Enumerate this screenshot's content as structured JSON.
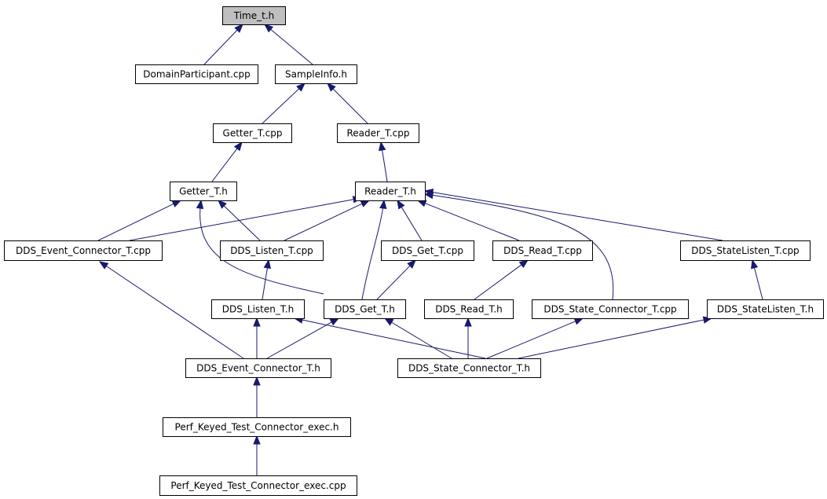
{
  "diagram": {
    "title": "",
    "nodes": [
      {
        "id": "time_t_h",
        "label": "Time_t.h"
      },
      {
        "id": "domainparticipant_cpp",
        "label": "DomainParticipant.cpp"
      },
      {
        "id": "sampleinfo_h",
        "label": "SampleInfo.h"
      },
      {
        "id": "getter_t_cpp",
        "label": "Getter_T.cpp"
      },
      {
        "id": "reader_t_cpp",
        "label": "Reader_T.cpp"
      },
      {
        "id": "getter_t_h",
        "label": "Getter_T.h"
      },
      {
        "id": "reader_t_h",
        "label": "Reader_T.h"
      },
      {
        "id": "dds_event_connector_t_cpp",
        "label": "DDS_Event_Connector_T.cpp"
      },
      {
        "id": "dds_listen_t_cpp",
        "label": "DDS_Listen_T.cpp"
      },
      {
        "id": "dds_get_t_cpp",
        "label": "DDS_Get_T.cpp"
      },
      {
        "id": "dds_read_t_cpp",
        "label": "DDS_Read_T.cpp"
      },
      {
        "id": "dds_statelisten_t_cpp",
        "label": "DDS_StateListen_T.cpp"
      },
      {
        "id": "dds_listen_t_h",
        "label": "DDS_Listen_T.h"
      },
      {
        "id": "dds_get_t_h",
        "label": "DDS_Get_T.h"
      },
      {
        "id": "dds_read_t_h",
        "label": "DDS_Read_T.h"
      },
      {
        "id": "dds_state_connector_t_cpp",
        "label": "DDS_State_Connector_T.cpp"
      },
      {
        "id": "dds_statelisten_t_h",
        "label": "DDS_StateListen_T.h"
      },
      {
        "id": "dds_event_connector_t_h",
        "label": "DDS_Event_Connector_T.h"
      },
      {
        "id": "dds_state_connector_t_h",
        "label": "DDS_State_Connector_T.h"
      },
      {
        "id": "perf_keyed_test_connector_exec_h",
        "label": "Perf_Keyed_Test_Connector_exec.h"
      },
      {
        "id": "perf_keyed_test_connector_exec_cpp",
        "label": "Perf_Keyed_Test_Connector_exec.cpp"
      }
    ],
    "edges": [
      {
        "from": "domainparticipant_cpp",
        "to": "time_t_h"
      },
      {
        "from": "sampleinfo_h",
        "to": "time_t_h"
      },
      {
        "from": "getter_t_cpp",
        "to": "sampleinfo_h"
      },
      {
        "from": "reader_t_cpp",
        "to": "sampleinfo_h"
      },
      {
        "from": "getter_t_h",
        "to": "getter_t_cpp"
      },
      {
        "from": "reader_t_h",
        "to": "reader_t_cpp"
      },
      {
        "from": "dds_event_connector_t_cpp",
        "to": "getter_t_h"
      },
      {
        "from": "dds_listen_t_cpp",
        "to": "getter_t_h"
      },
      {
        "from": "dds_get_t_h",
        "to": "getter_t_h"
      },
      {
        "from": "dds_event_connector_t_cpp",
        "to": "reader_t_h"
      },
      {
        "from": "dds_listen_t_cpp",
        "to": "reader_t_h"
      },
      {
        "from": "dds_get_t_h",
        "to": "reader_t_h"
      },
      {
        "from": "dds_get_t_cpp",
        "to": "reader_t_h"
      },
      {
        "from": "dds_read_t_cpp",
        "to": "reader_t_h"
      },
      {
        "from": "dds_state_connector_t_cpp",
        "to": "reader_t_h"
      },
      {
        "from": "dds_statelisten_t_cpp",
        "to": "reader_t_h"
      },
      {
        "from": "dds_listen_t_h",
        "to": "dds_listen_t_cpp"
      },
      {
        "from": "dds_get_t_h",
        "to": "dds_get_t_cpp"
      },
      {
        "from": "dds_read_t_h",
        "to": "dds_read_t_cpp"
      },
      {
        "from": "dds_statelisten_t_h",
        "to": "dds_statelisten_t_cpp"
      },
      {
        "from": "dds_event_connector_t_h",
        "to": "dds_event_connector_t_cpp"
      },
      {
        "from": "dds_event_connector_t_h",
        "to": "dds_listen_t_h"
      },
      {
        "from": "dds_event_connector_t_h",
        "to": "dds_get_t_h"
      },
      {
        "from": "dds_state_connector_t_h",
        "to": "dds_listen_t_h"
      },
      {
        "from": "dds_state_connector_t_h",
        "to": "dds_get_t_h"
      },
      {
        "from": "dds_state_connector_t_h",
        "to": "dds_read_t_h"
      },
      {
        "from": "dds_state_connector_t_h",
        "to": "dds_state_connector_t_cpp"
      },
      {
        "from": "dds_state_connector_t_h",
        "to": "dds_statelisten_t_h"
      },
      {
        "from": "perf_keyed_test_connector_exec_h",
        "to": "dds_event_connector_t_h"
      },
      {
        "from": "perf_keyed_test_connector_exec_cpp",
        "to": "perf_keyed_test_connector_exec_h"
      }
    ]
  }
}
